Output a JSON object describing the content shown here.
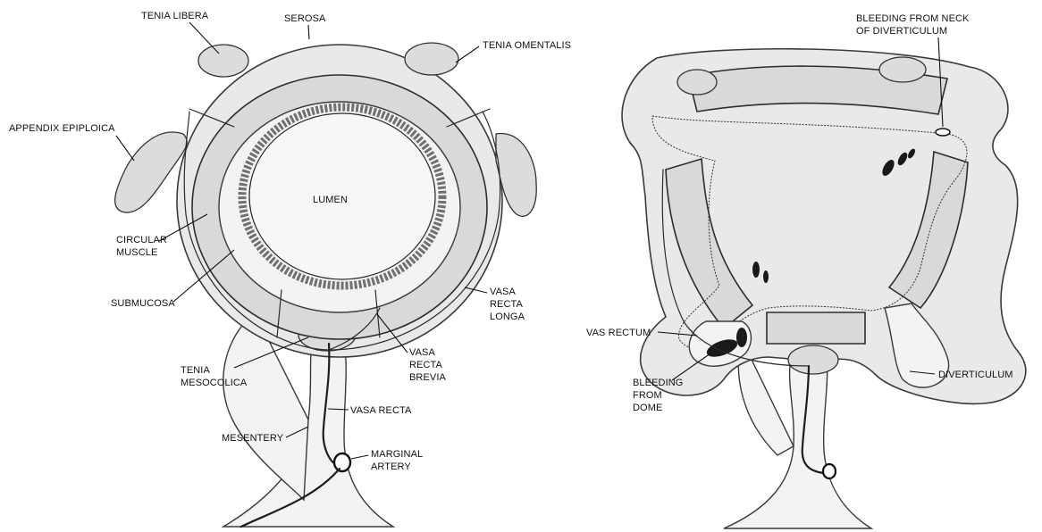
{
  "left_figure": {
    "labels": {
      "tenia_libera": "TENIA LIBERA",
      "serosa": "SEROSA",
      "tenia_omentalis": "TENIA OMENTALIS",
      "appendix_epiploica": "APPENDIX EPIPLOICA",
      "lumen": "LUMEN",
      "circular_muscle_1": "CIRCULAR",
      "circular_muscle_2": "MUSCLE",
      "submucosa": "SUBMUCOSA",
      "vasa_recta_longa_1": "VASA",
      "vasa_recta_longa_2": "RECTA",
      "vasa_recta_longa_3": "LONGA",
      "tenia_mesocolica_1": "TENIA",
      "tenia_mesocolica_2": "MESOCOLICA",
      "vasa_recta_brevia_1": "VASA",
      "vasa_recta_brevia_2": "RECTA",
      "vasa_recta_brevia_3": "BREVIA",
      "vasa_recta": "VASA RECTA",
      "mesentery": "MESENTERY",
      "marginal_artery_1": "MARGINAL",
      "marginal_artery_2": "ARTERY"
    }
  },
  "right_figure": {
    "labels": {
      "bleeding_neck_1": "BLEEDING FROM NECK",
      "bleeding_neck_2": "OF DIVERTICULUM",
      "vas_rectum": "VAS RECTUM",
      "bleeding_dome_1": "BLEEDING",
      "bleeding_dome_2": "FROM",
      "bleeding_dome_3": "DOME",
      "diverticulum": "DIVERTICULUM"
    }
  }
}
